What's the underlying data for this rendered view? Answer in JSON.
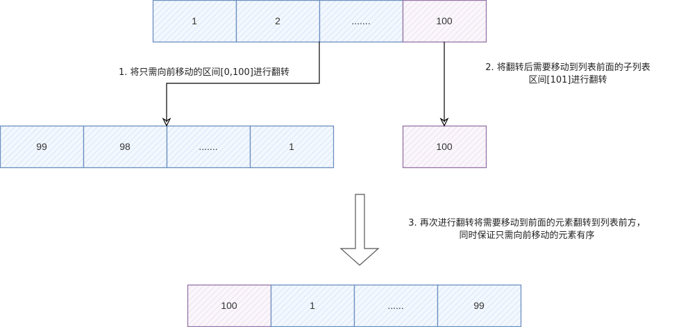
{
  "colors": {
    "blue_stroke": "#6c8ebf",
    "blue_fill": "#dae8fc",
    "purple_stroke": "#9673a6",
    "purple_fill": "#e1d5e7",
    "arrow": "#000000",
    "text": "#333333"
  },
  "rows": [
    {
      "name": "original-list",
      "cells": [
        {
          "value": "1",
          "group": "front"
        },
        {
          "value": "2",
          "group": "front"
        },
        {
          "value": ".......",
          "group": "front"
        },
        {
          "value": "100",
          "group": "move"
        }
      ]
    },
    {
      "name": "reversed-front-list",
      "cells": [
        {
          "value": "99",
          "group": "front"
        },
        {
          "value": "98",
          "group": "front"
        },
        {
          "value": ".......",
          "group": "front"
        },
        {
          "value": "1",
          "group": "front"
        }
      ]
    },
    {
      "name": "reversed-move-list",
      "cells": [
        {
          "value": "100",
          "group": "move"
        }
      ]
    },
    {
      "name": "final-list",
      "cells": [
        {
          "value": "100",
          "group": "move"
        },
        {
          "value": "1",
          "group": "front"
        },
        {
          "value": "......",
          "group": "front"
        },
        {
          "value": "99",
          "group": "front"
        }
      ]
    }
  ],
  "steps": {
    "step1": "1. 将只需向前移动的区间[0,100]进行翻转",
    "step2_line1": "2. 将翻转后需要移动到列表前面的子列表",
    "step2_line2": "区间[101]进行翻转",
    "step3_line1": "3. 再次进行翻转将需要移动到前面的元素翻转到列表前方，",
    "step3_line2": "同时保证只需向前移动的元素有序"
  }
}
